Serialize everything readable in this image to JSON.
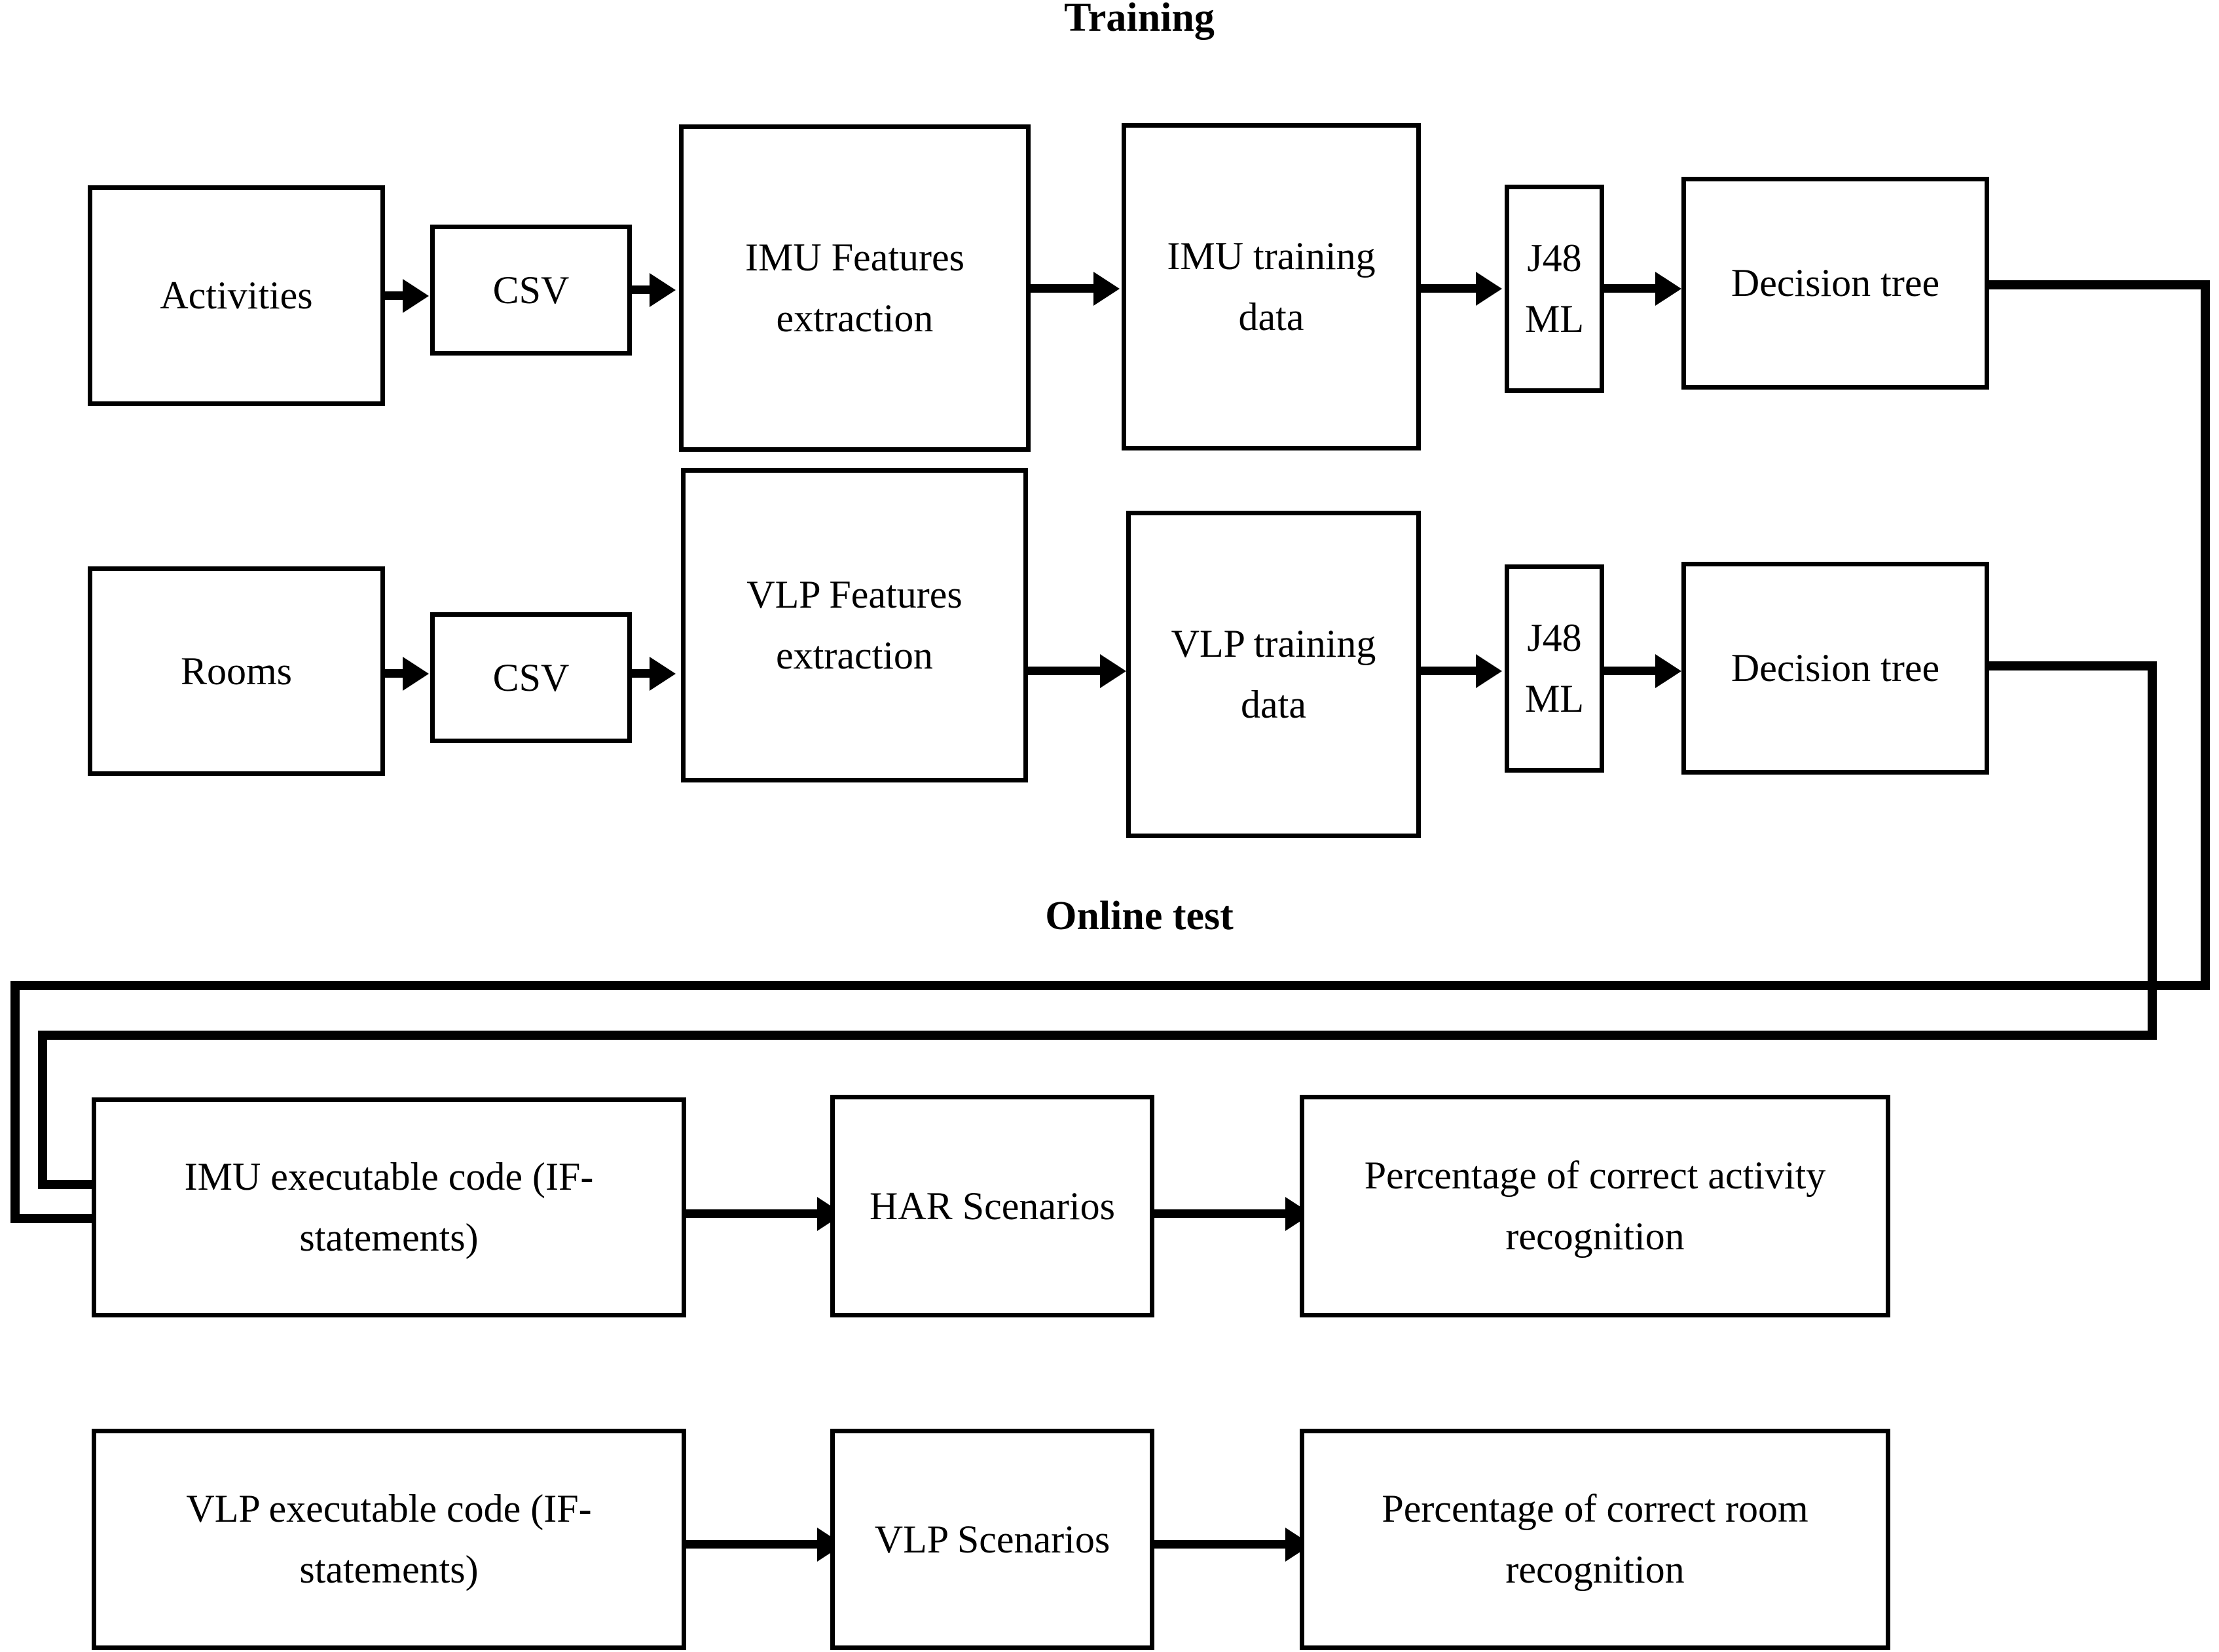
{
  "diagram": {
    "type": "flowchart",
    "sections": [
      {
        "id": "training",
        "title": "Training"
      },
      {
        "id": "online_test",
        "title": "Online test"
      }
    ],
    "nodes": {
      "activities": {
        "label": "Activities"
      },
      "csv_imu": {
        "label": "CSV"
      },
      "imu_features": {
        "label": "IMU Features extraction"
      },
      "imu_training_data": {
        "label": "IMU training data"
      },
      "j48_imu": {
        "label": "J48 ML"
      },
      "dtree_imu": {
        "label": "Decision tree"
      },
      "rooms": {
        "label": "Rooms"
      },
      "csv_vlp": {
        "label": "CSV"
      },
      "vlp_features": {
        "label": "VLP Features extraction"
      },
      "vlp_training_data": {
        "label": "VLP training data"
      },
      "j48_vlp": {
        "label": "J48 ML"
      },
      "dtree_vlp": {
        "label": "Decision tree"
      },
      "imu_code": {
        "label": "IMU executable code (IF-statements)"
      },
      "har_scenarios": {
        "label": "HAR Scenarios"
      },
      "activity_result": {
        "label": "Percentage of correct activity recognition"
      },
      "vlp_code": {
        "label": "VLP executable code (IF-statements)"
      },
      "vlp_scenarios": {
        "label": "VLP Scenarios"
      },
      "room_result": {
        "label": "Percentage of correct room recognition"
      }
    },
    "edges": [
      {
        "from": "activities",
        "to": "csv_imu"
      },
      {
        "from": "csv_imu",
        "to": "imu_features"
      },
      {
        "from": "imu_features",
        "to": "imu_training_data"
      },
      {
        "from": "imu_training_data",
        "to": "j48_imu"
      },
      {
        "from": "j48_imu",
        "to": "dtree_imu"
      },
      {
        "from": "rooms",
        "to": "csv_vlp"
      },
      {
        "from": "csv_vlp",
        "to": "vlp_features"
      },
      {
        "from": "vlp_features",
        "to": "vlp_training_data"
      },
      {
        "from": "vlp_training_data",
        "to": "j48_vlp"
      },
      {
        "from": "j48_vlp",
        "to": "dtree_vlp"
      },
      {
        "from": "dtree_imu",
        "to": "vlp_code"
      },
      {
        "from": "dtree_vlp",
        "to": "imu_code"
      },
      {
        "from": "imu_code",
        "to": "har_scenarios"
      },
      {
        "from": "har_scenarios",
        "to": "activity_result"
      },
      {
        "from": "vlp_code",
        "to": "vlp_scenarios"
      },
      {
        "from": "vlp_scenarios",
        "to": "room_result"
      }
    ],
    "colors": {
      "stroke": "#000000",
      "fill": "#ffffff",
      "text": "#000000"
    }
  }
}
